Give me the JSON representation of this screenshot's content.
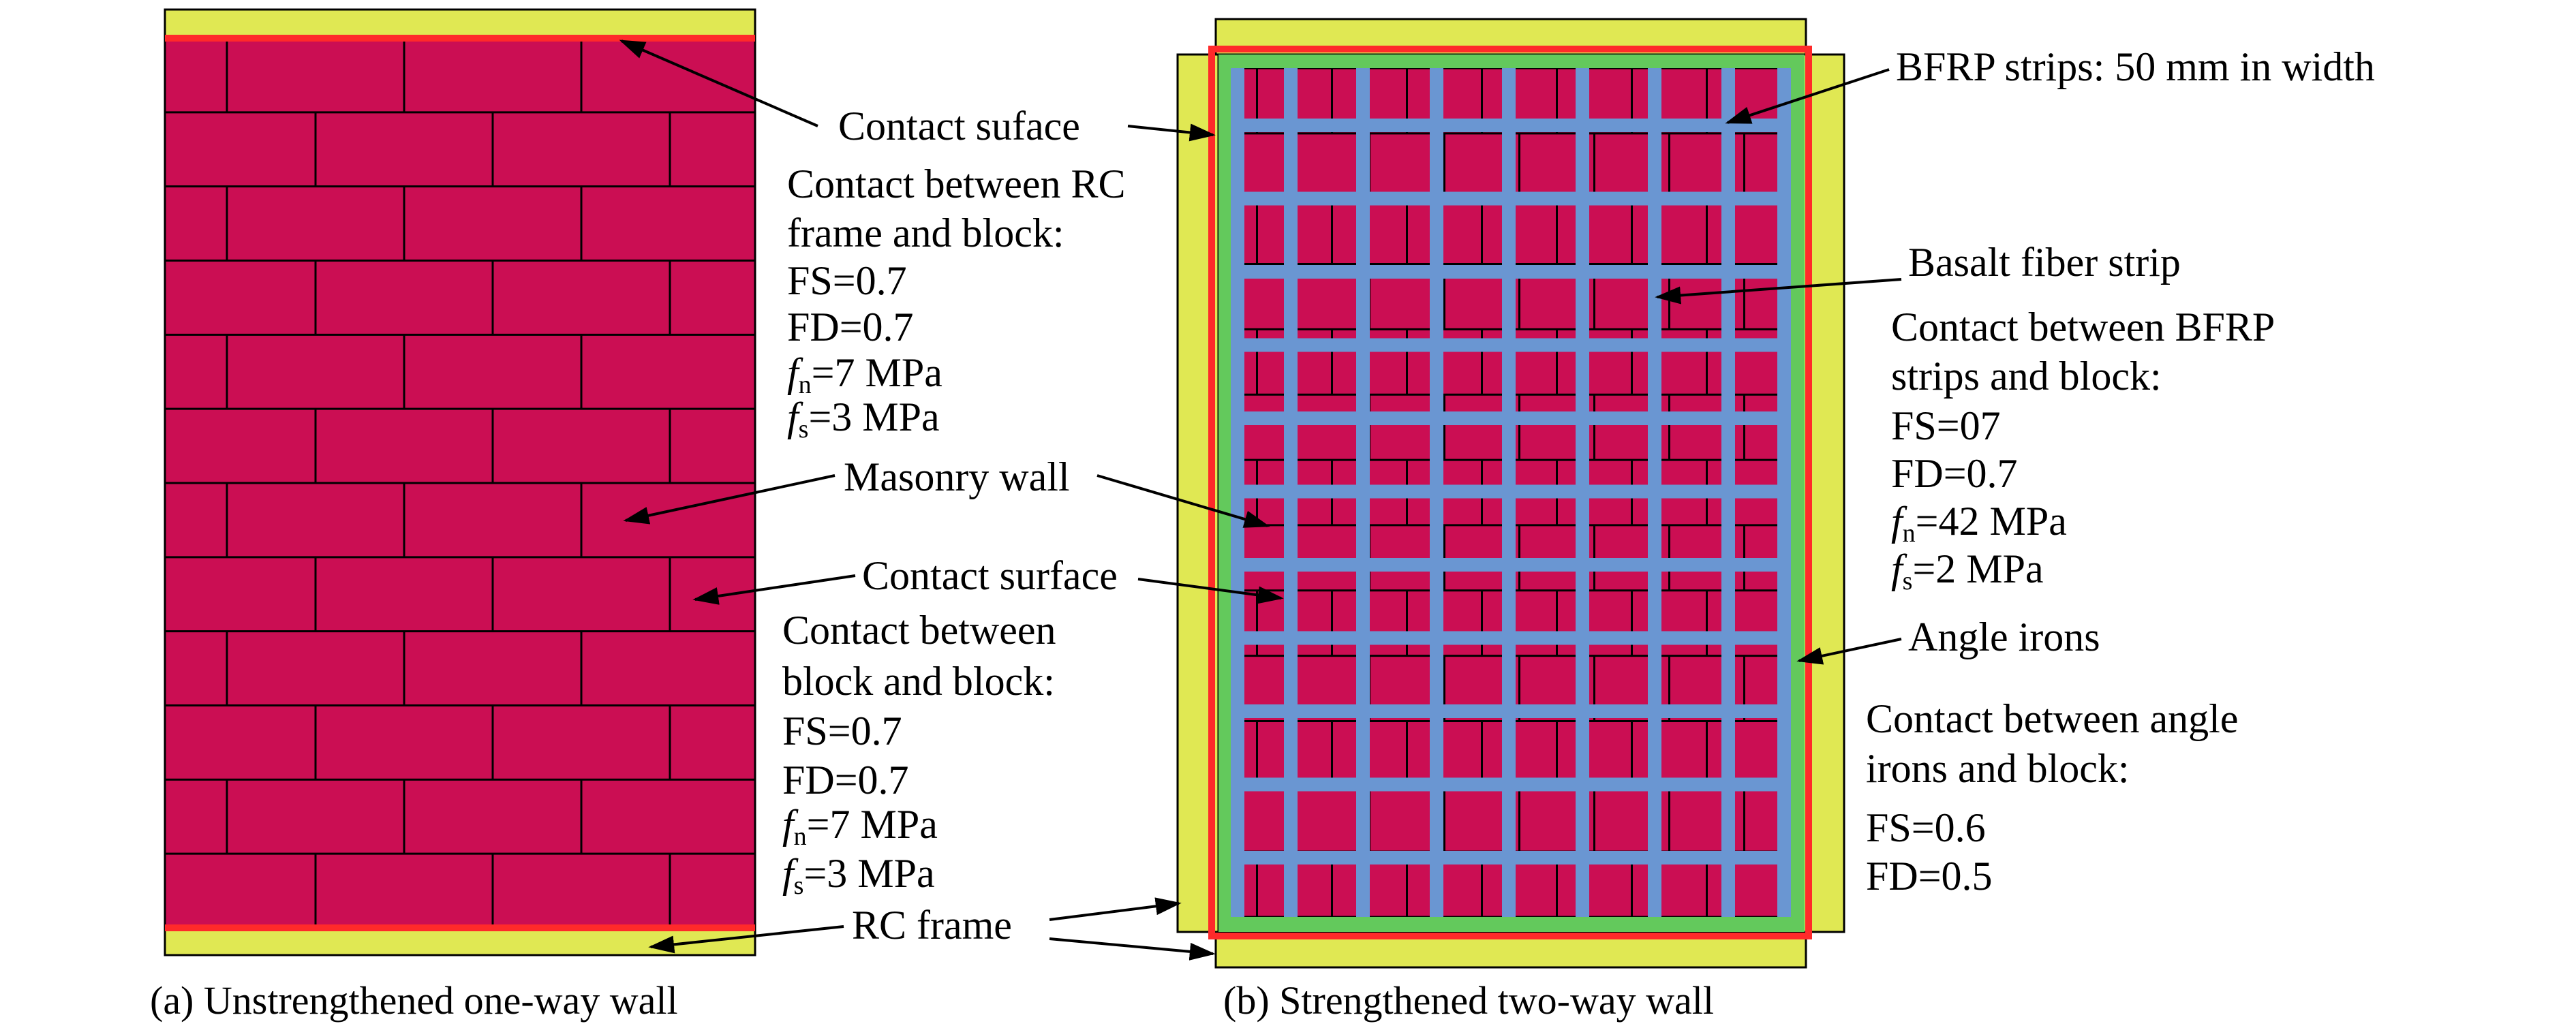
{
  "colors": {
    "block": "#CB0E53",
    "mortar": "#000000",
    "frame": "#E0E853",
    "contact_line": "#FF2A2A",
    "frp": "#6A96D2",
    "angle_iron": "#63C95C"
  },
  "panel_a": {
    "caption": "(a) Unstrengthened one-way wall",
    "contact_suface": "Contact suface",
    "rc_block_contact": {
      "line1": "Contact between RC",
      "line2": "frame and block:",
      "fs": "FS=0.7",
      "fd": "FD=0.7",
      "fn_sym": "f",
      "fn_sub": "n",
      "fn_val": "=7 MPa",
      "fs_sym": "f",
      "fs_sub": "s",
      "fs_val": "=3 MPa"
    },
    "masonry_wall": "Masonry wall",
    "contact_surface": "Contact surface",
    "block_block_contact": {
      "line1": "Contact between",
      "line2": "block and block:",
      "fs": "FS=0.7",
      "fd": "FD=0.7",
      "fn_sym": "f",
      "fn_sub": "n",
      "fn_val": "=7 MPa",
      "fs_sym": "f",
      "fs_sub": "s",
      "fs_val": "=3 MPa"
    },
    "rc_frame": "RC frame"
  },
  "panel_b": {
    "caption": "(b) Strengthened two-way wall",
    "bfrp_strips": "BFRP strips: 50 mm in width",
    "basalt_fiber_strip": "Basalt fiber strip",
    "bfrp_block_contact": {
      "line1": "Contact between BFRP",
      "line2": "strips and block:",
      "fs": "FS=07",
      "fd": "FD=0.7",
      "fn_sym": "f",
      "fn_sub": "n",
      "fn_val": "=42 MPa",
      "fs_sym": "f",
      "fs_sub": "s",
      "fs_val": "=2 MPa"
    },
    "angle_irons": "Angle irons",
    "angle_block_contact": {
      "line1": "Contact between angle",
      "line2": "irons and block:",
      "fs": "FS=0.6",
      "fd": "FD=0.5"
    }
  }
}
